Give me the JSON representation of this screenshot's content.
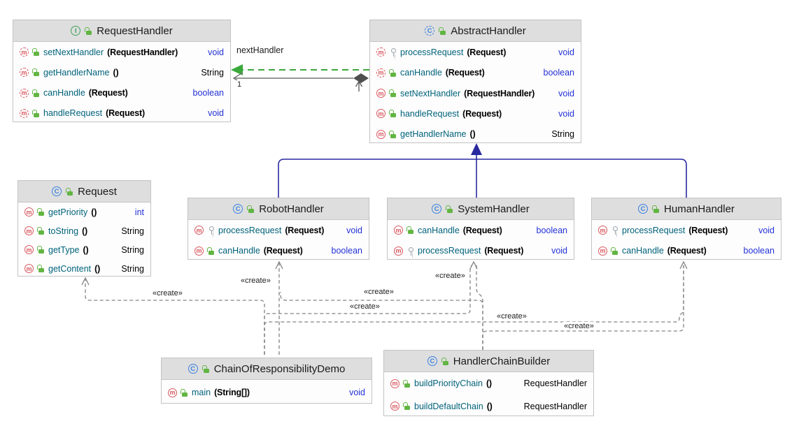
{
  "icons": {
    "interface_letter": "I",
    "class_letter": "C",
    "method_letter": "m"
  },
  "labels": {
    "next_handler": "nextHandler",
    "multiplicity_one": "1",
    "create": "«create»"
  },
  "colors": {
    "method_name": "#00627a",
    "keyword_type": "#2331d6",
    "interface_green": "#43a05f",
    "class_blue": "#3b82e0",
    "method_red": "#db5860",
    "lock_green": "#62b543",
    "key_gray": "#9aa2aa",
    "realization_green": "#3aa83a",
    "inheritance_navy": "#2929a0",
    "association_gray": "#757575",
    "create_gray": "#838383",
    "header_bg": "#dedede"
  },
  "classes": [
    {
      "name": "RequestHandler",
      "kind": "interface",
      "methods": [
        {
          "name": "setNextHandler",
          "sig": "(RequestHandler)",
          "ret": "void",
          "ret_kw": true,
          "abstract": true,
          "visibility": "public"
        },
        {
          "name": "getHandlerName",
          "sig": "()",
          "ret": "String",
          "ret_kw": false,
          "abstract": true,
          "visibility": "public"
        },
        {
          "name": "canHandle",
          "sig": "(Request)",
          "ret": "boolean",
          "ret_kw": true,
          "abstract": true,
          "visibility": "public"
        },
        {
          "name": "handleRequest",
          "sig": "(Request)",
          "ret": "void",
          "ret_kw": true,
          "abstract": true,
          "visibility": "public"
        }
      ]
    },
    {
      "name": "AbstractHandler",
      "kind": "abstract_class",
      "methods": [
        {
          "name": "processRequest",
          "sig": "(Request)",
          "ret": "void",
          "ret_kw": true,
          "abstract": true,
          "visibility": "protected"
        },
        {
          "name": "canHandle",
          "sig": "(Request)",
          "ret": "boolean",
          "ret_kw": true,
          "abstract": true,
          "visibility": "public"
        },
        {
          "name": "setNextHandler",
          "sig": "(RequestHandler)",
          "ret": "void",
          "ret_kw": true,
          "abstract": false,
          "visibility": "public"
        },
        {
          "name": "handleRequest",
          "sig": "(Request)",
          "ret": "void",
          "ret_kw": true,
          "abstract": false,
          "visibility": "public"
        },
        {
          "name": "getHandlerName",
          "sig": "()",
          "ret": "String",
          "ret_kw": false,
          "abstract": false,
          "visibility": "public"
        }
      ]
    },
    {
      "name": "Request",
      "kind": "class",
      "methods": [
        {
          "name": "getPriority",
          "sig": "()",
          "ret": "int",
          "ret_kw": true,
          "abstract": false,
          "visibility": "public"
        },
        {
          "name": "toString",
          "sig": "()",
          "ret": "String",
          "ret_kw": false,
          "abstract": false,
          "visibility": "public"
        },
        {
          "name": "getType",
          "sig": "()",
          "ret": "String",
          "ret_kw": false,
          "abstract": false,
          "visibility": "public"
        },
        {
          "name": "getContent",
          "sig": "()",
          "ret": "String",
          "ret_kw": false,
          "abstract": false,
          "visibility": "public"
        }
      ]
    },
    {
      "name": "RobotHandler",
      "kind": "class",
      "methods": [
        {
          "name": "processRequest",
          "sig": "(Request)",
          "ret": "void",
          "ret_kw": true,
          "abstract": false,
          "visibility": "protected"
        },
        {
          "name": "canHandle",
          "sig": "(Request)",
          "ret": "boolean",
          "ret_kw": true,
          "abstract": false,
          "visibility": "public"
        }
      ]
    },
    {
      "name": "SystemHandler",
      "kind": "class",
      "methods": [
        {
          "name": "canHandle",
          "sig": "(Request)",
          "ret": "boolean",
          "ret_kw": true,
          "abstract": false,
          "visibility": "public"
        },
        {
          "name": "processRequest",
          "sig": "(Request)",
          "ret": "void",
          "ret_kw": true,
          "abstract": false,
          "visibility": "protected"
        }
      ]
    },
    {
      "name": "HumanHandler",
      "kind": "class",
      "methods": [
        {
          "name": "processRequest",
          "sig": "(Request)",
          "ret": "void",
          "ret_kw": true,
          "abstract": false,
          "visibility": "protected"
        },
        {
          "name": "canHandle",
          "sig": "(Request)",
          "ret": "boolean",
          "ret_kw": true,
          "abstract": false,
          "visibility": "public"
        }
      ]
    },
    {
      "name": "ChainOfResponsibilityDemo",
      "kind": "class",
      "methods": [
        {
          "name": "main",
          "sig": "(String[])",
          "ret": "void",
          "ret_kw": true,
          "abstract": false,
          "visibility": "public"
        }
      ]
    },
    {
      "name": "HandlerChainBuilder",
      "kind": "class",
      "methods": [
        {
          "name": "buildPriorityChain",
          "sig": "()",
          "ret": "RequestHandler",
          "ret_kw": false,
          "abstract": false,
          "visibility": "public"
        },
        {
          "name": "buildDefaultChain",
          "sig": "()",
          "ret": "RequestHandler",
          "ret_kw": false,
          "abstract": false,
          "visibility": "public"
        }
      ]
    }
  ]
}
